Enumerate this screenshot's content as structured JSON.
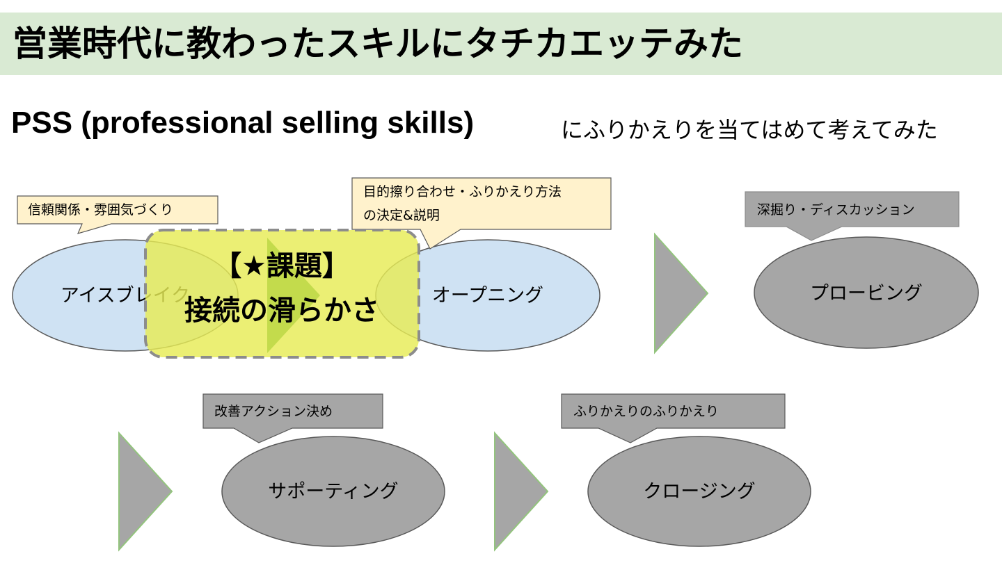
{
  "header": {
    "title": "営業時代に教わったスキルにタチカエッテみた"
  },
  "subtitle": {
    "main": "PSS (professional selling skills)",
    "note": "にふりかえりを当てはめて考えてみた"
  },
  "steps": [
    {
      "label": "アイスブレイク",
      "callout": [
        "信頼関係・雰囲気づくり"
      ],
      "fill": "#cfe2f3",
      "callout_fill": "#fff2cc"
    },
    {
      "label": "オープニング",
      "callout": [
        "目的擦り合わせ・ふりかえり方法",
        "の決定&説明"
      ],
      "fill": "#cfe2f3",
      "callout_fill": "#fff2cc"
    },
    {
      "label": "プロービング",
      "callout": [
        "深掘り・ディスカッション"
      ],
      "fill": "#a6a6a6",
      "callout_fill": "#a6a6a6"
    },
    {
      "label": "サポーティング",
      "callout": [
        "改善アクション決め"
      ],
      "fill": "#a6a6a6",
      "callout_fill": "#a6a6a6"
    },
    {
      "label": "クロージング",
      "callout": [
        "ふりかえりのふりかえり"
      ],
      "fill": "#a6a6a6",
      "callout_fill": "#a6a6a6"
    }
  ],
  "task": {
    "line1": "【★課題】",
    "line2": "接続の滑らかさ",
    "fill": "#e6ec55"
  },
  "colors": {
    "title_bg": "#d9ead3",
    "arrow_fill": "#a6a6a6",
    "arrow_stroke": "#93c47d",
    "light_oval": "#cfe2f3",
    "dark_oval": "#a6a6a6"
  }
}
